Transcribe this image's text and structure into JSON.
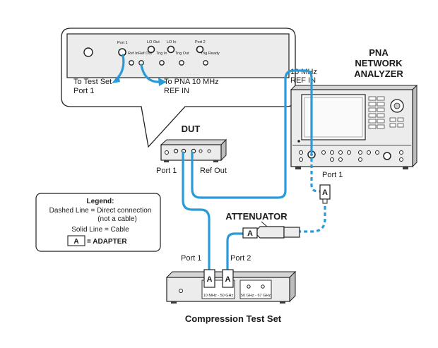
{
  "callout": {
    "port1": "Port 1",
    "lo_out": "LO Out",
    "lo_in": "LO In",
    "port2": "Port 2",
    "ref_in": "Ref In",
    "ref_out": "Ref Out",
    "trig_in": "Trig In",
    "trig_out": "Trig Out",
    "trig_ready": "Trig Ready",
    "to_test_set": "To Test Set",
    "to_test_set_port": "Port 1",
    "to_pna": "To PNA 10 MHz",
    "to_pna_ref": "REF IN"
  },
  "pna": {
    "title_line1": "PNA",
    "title_line2": "NETWORK",
    "title_line3": "ANALYZER",
    "ref_in_line1": "10 MHz",
    "ref_in_line2": "REF IN",
    "port1": "Port 1"
  },
  "dut": {
    "title": "DUT",
    "port1": "Port 1",
    "ref_out": "Ref Out"
  },
  "attenuator": {
    "label": "ATTENUATOR"
  },
  "adapter": {
    "letter": "A"
  },
  "legend": {
    "title": "Legend:",
    "dashed_line1": "Dashed Line = Direct connection",
    "dashed_line2": "(not a cable)",
    "solid_line": "Solid Line = Cable",
    "adapter_key": "A",
    "adapter_text": "= ADAPTER"
  },
  "test_set": {
    "port1": "Port 1",
    "port2": "Port 2",
    "title": "Compression Test Set",
    "range1": "10 MHz - 50 GHz",
    "range2": "50 GHz - 67 GHz"
  },
  "colors": {
    "cable": "#2a9bd6"
  }
}
